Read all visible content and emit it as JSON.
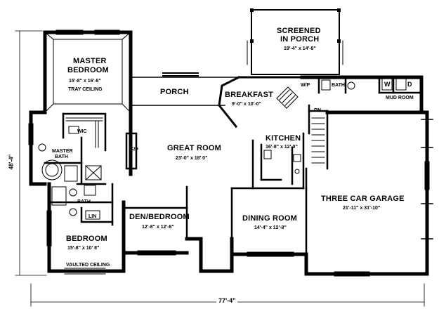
{
  "plan": {
    "rooms": {
      "screened_porch": {
        "name_line1": "SCREENED",
        "name_line2": "IN PORCH",
        "dims": "19'-4\" x 14'-8\""
      },
      "master_bedroom": {
        "name_line1": "MASTER",
        "name_line2": "BEDROOM",
        "dims": "15'-8\" x 16'-8\"",
        "note": "TRAY CEILING"
      },
      "porch": {
        "name": "PORCH"
      },
      "breakfast": {
        "name": "BREAKFAST",
        "dims": "9'-0\" x 10'-0\""
      },
      "wip": {
        "name": "W/P"
      },
      "bath_utility": {
        "name": "BATH"
      },
      "washer": {
        "name": "W"
      },
      "dryer": {
        "name": "D"
      },
      "mud_room": {
        "name": "MUD ROOM"
      },
      "dn": {
        "name": "DN"
      },
      "wic": {
        "name": "WIC"
      },
      "master_bath": {
        "name_line1": "MASTER",
        "name_line2": "BATH"
      },
      "great_room": {
        "name": "GREAT ROOM",
        "dims": "23'-0\" x 18' 0\""
      },
      "fireplace": {
        "name": "F/P"
      },
      "kitchen": {
        "name": "KITCHEN",
        "dims": "16'-8\" x 12'-0\""
      },
      "three_car_garage": {
        "name": "THREE CAR GARAGE",
        "dims": "21'-11\" x 31'-10\""
      },
      "bath_hall": {
        "name": "BATH"
      },
      "linen": {
        "name": "LIN"
      },
      "den_bedroom": {
        "name": "DEN/BEDROOM",
        "dims": "12'-8\" x 12'-8\""
      },
      "dining_room": {
        "name": "DINING ROOM",
        "dims": "14'-4\" x 12'-8\""
      },
      "bedroom": {
        "name": "BEDROOM",
        "dims": "15'-8\" x 10' 8\"",
        "note": "VAULTED CEILING"
      }
    },
    "dimensions": {
      "overall_depth": "48'-4\"",
      "overall_width": "77'-4\""
    }
  }
}
